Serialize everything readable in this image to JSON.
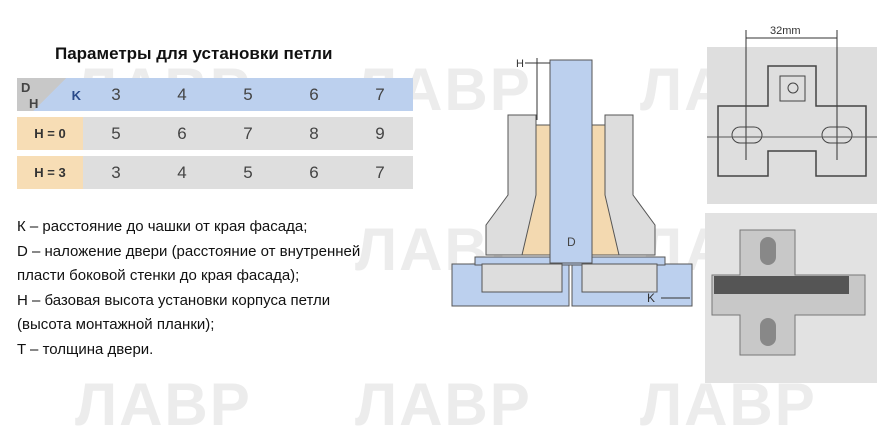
{
  "watermark": "ЛАВР",
  "title": "Параметры для установки петли",
  "table": {
    "corner": {
      "d": "D",
      "k": "K",
      "h": "H"
    },
    "k_values": [
      "3",
      "4",
      "5",
      "6",
      "7"
    ],
    "rows": [
      {
        "label": "H = 0",
        "values": [
          "5",
          "6",
          "7",
          "8",
          "9"
        ]
      },
      {
        "label": "H = 3",
        "values": [
          "3",
          "4",
          "5",
          "6",
          "7"
        ]
      }
    ]
  },
  "description": [
    "К – расстояние до чашки от края фасада;",
    "D – наложение двери (расстояние от внутренней",
    "пласти боковой стенки до края фасада);",
    "H – базовая высота установки корпуса петли",
    "(высота монтажной планки);",
    "T – толщина двери."
  ],
  "diagram": {
    "h_label": "H",
    "d_label": "D",
    "k_label": "K"
  },
  "plate_drawing": {
    "dimension": "32mm"
  }
}
